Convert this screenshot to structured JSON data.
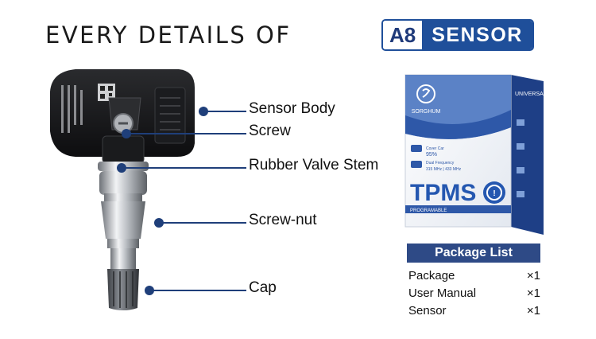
{
  "title": {
    "text": "EVERY DETAILS OF",
    "badge_model": "A8",
    "badge_word": "SENSOR"
  },
  "callouts": [
    {
      "label": "Sensor Body"
    },
    {
      "label": "Screw"
    },
    {
      "label": "Rubber Valve Stem"
    },
    {
      "label": "Screw-nut"
    },
    {
      "label": "Cap"
    }
  ],
  "box": {
    "brand": "SORGHUM",
    "edition": "UNIVERSAL",
    "cover_label": "Cover Car",
    "cover_value": "95%",
    "freq_label": "Dual Frequency",
    "freq_value": "315 MHz | 433 MHz",
    "product": "TPMS",
    "subtitle": "PROGRAMABLE"
  },
  "package_list": {
    "title": "Package List",
    "items": [
      {
        "name": "Package",
        "qty": "×1"
      },
      {
        "name": "User Manual",
        "qty": "×1"
      },
      {
        "name": "Sensor",
        "qty": "×1"
      }
    ]
  },
  "colors": {
    "accent": "#1f4f9a",
    "callout": "#1f3f7a",
    "package_header": "#2e4a86"
  }
}
